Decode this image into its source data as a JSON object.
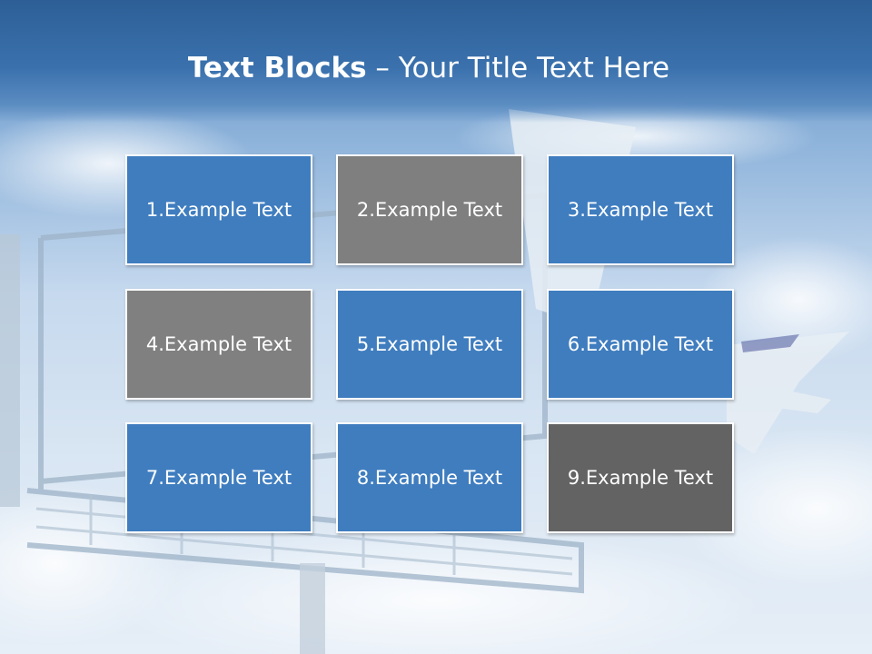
{
  "slide": {
    "title_bold": "Text Blocks",
    "title_rest": "– Your Title Text Here"
  },
  "blocks": [
    {
      "label": "1.Example Text",
      "color": "#3f7dbf"
    },
    {
      "label": "2.Example Text",
      "color": "#7f7f7f"
    },
    {
      "label": "3.Example Text",
      "color": "#3f7dbf"
    },
    {
      "label": "4.Example Text",
      "color": "#808080"
    },
    {
      "label": "5.Example Text",
      "color": "#3f7dbf"
    },
    {
      "label": "6.Example Text",
      "color": "#3f7dbf"
    },
    {
      "label": "7.Example Text",
      "color": "#3f7dbf"
    },
    {
      "label": "8.Example Text",
      "color": "#3f7dbf"
    },
    {
      "label": "9.Example Text",
      "color": "#636363"
    }
  ],
  "colors": {
    "title_band": "#2d5f96",
    "block_blue": "#3f7dbf",
    "block_gray": "#7f7f7f",
    "block_dark": "#636363",
    "text": "#ffffff"
  }
}
